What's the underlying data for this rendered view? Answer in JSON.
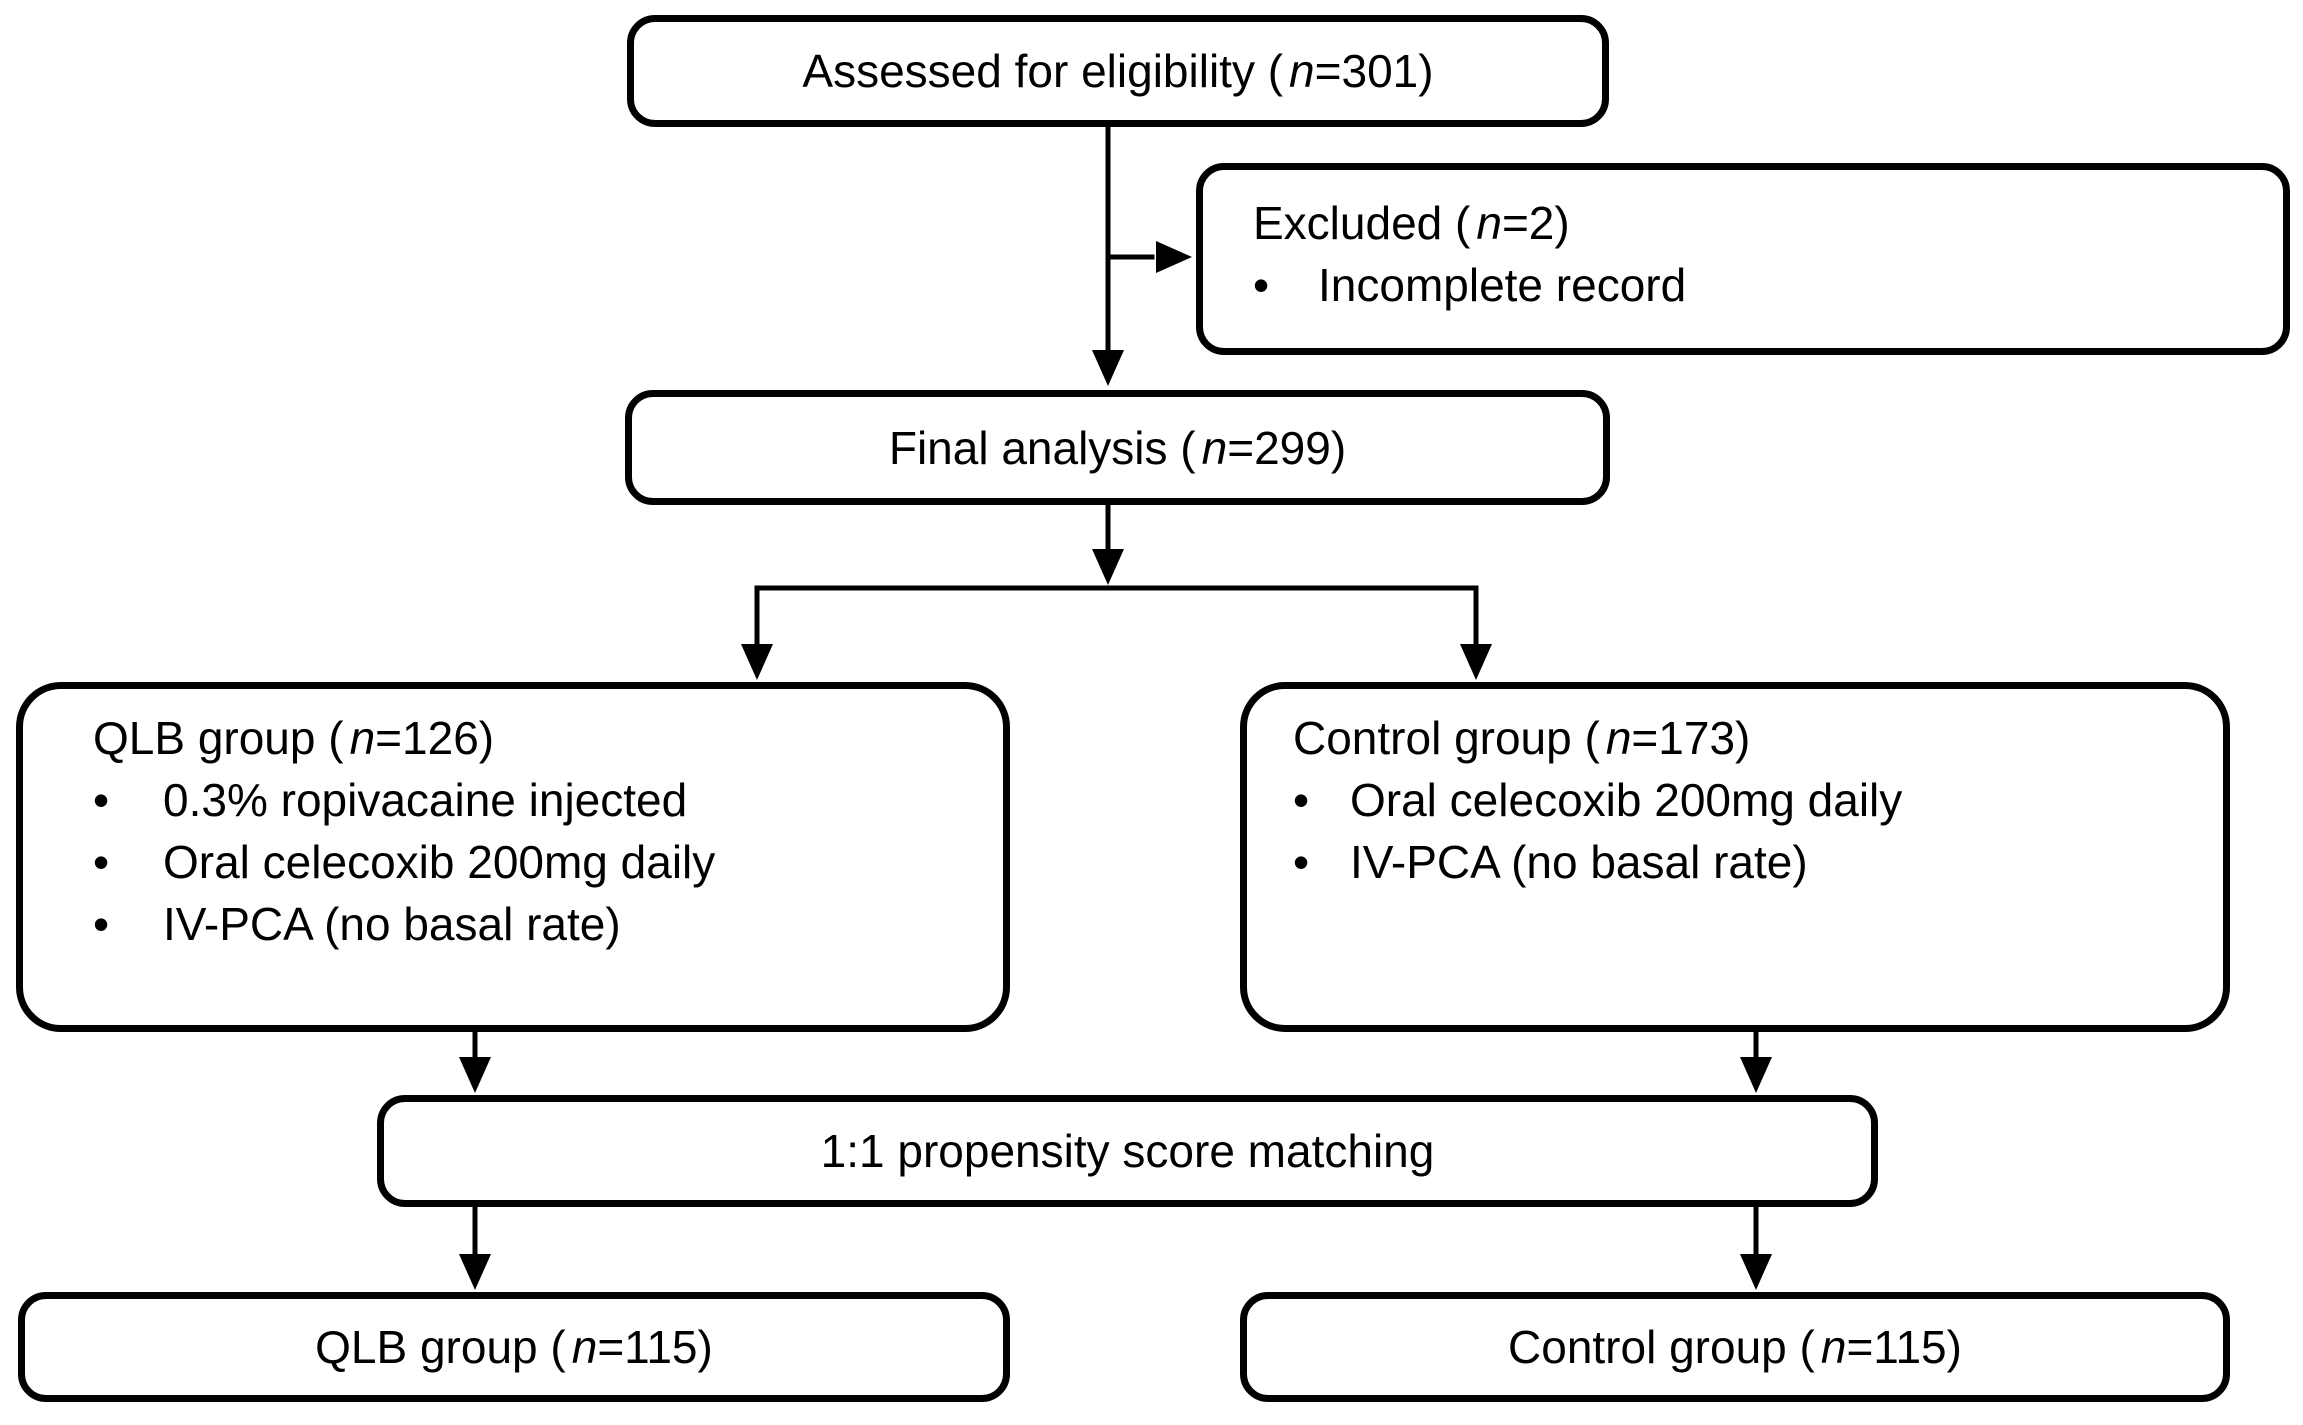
{
  "figure": {
    "type": "patient-flow-diagram",
    "bullet_char": "•",
    "n_symbol": "n",
    "colors": {
      "line": "#000000",
      "background": "#ffffff",
      "text": "#000000"
    },
    "boxes": {
      "assessed": {
        "prefix": "Assessed for eligibility (",
        "suffix": "=301)"
      },
      "excluded": {
        "prefix": "Excluded (",
        "suffix": "=2)",
        "bullets": [
          "Incomplete record"
        ]
      },
      "final_analysis": {
        "prefix": "Final analysis (",
        "suffix": "=299)"
      },
      "qlb_initial": {
        "prefix": "QLB group (",
        "suffix": "=126)",
        "bullets": [
          "0.3% ropivacaine injected",
          "Oral celecoxib 200mg daily",
          "IV-PCA (no basal rate)"
        ]
      },
      "control_initial": {
        "prefix": "Control group (",
        "suffix": "=173)",
        "bullets": [
          "Oral celecoxib 200mg daily",
          "IV-PCA (no basal rate)"
        ]
      },
      "matching": {
        "label": "1:1 propensity score matching"
      },
      "qlb_matched": {
        "prefix": "QLB group (",
        "suffix": "=115)"
      },
      "control_matched": {
        "prefix": "Control group (",
        "suffix": "=115)"
      }
    }
  }
}
